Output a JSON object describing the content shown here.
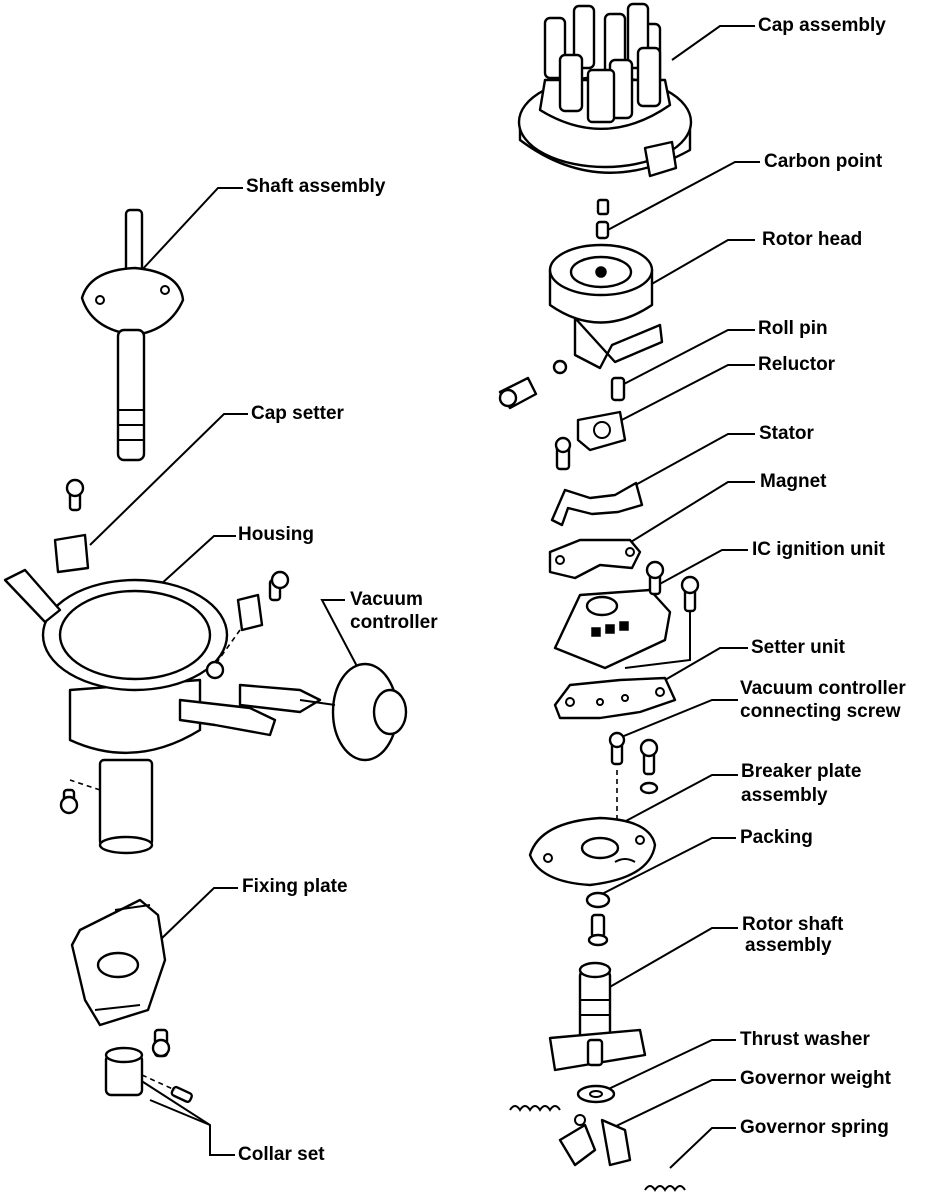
{
  "labels": {
    "cap_assembly": "Cap  assembly",
    "carbon_point": "Carbon point",
    "rotor_head": "Rotor head",
    "roll_pin": "Roll pin",
    "reluctor": "Reluctor",
    "stator": "Stator",
    "magnet": "Magnet",
    "ic_ignition_unit": "IC ignition unit",
    "setter_unit": "Setter unit",
    "vacuum_controller_connecting_screw_1": "Vacuum controller",
    "vacuum_controller_connecting_screw_2": "connecting screw",
    "breaker_plate_assembly_1": "Breaker plate",
    "breaker_plate_assembly_2": "assembly",
    "packing": "Packing",
    "rotor_shaft_assembly_1": "Rotor shaft",
    "rotor_shaft_assembly_2": "assembly",
    "thrust_washer": "Thrust washer",
    "governor_weight": "Governor weight",
    "governor_spring": "Governor spring",
    "shaft_assembly": "Shaft assembly",
    "cap_setter": "Cap setter",
    "housing": "Housing",
    "vacuum_controller_1": "Vacuum",
    "vacuum_controller_2": "controller",
    "fixing_plate": "Fixing plate",
    "collar_set": "Collar set"
  }
}
